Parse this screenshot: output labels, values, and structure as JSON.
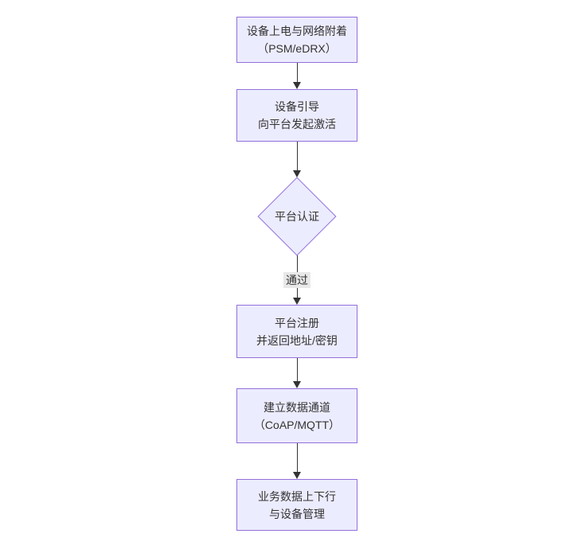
{
  "diagram": {
    "type": "flowchart",
    "direction": "top-down",
    "colors": {
      "background": "#ffffff",
      "node_fill": "#ECECFF",
      "node_border": "#9370DB",
      "line_color": "#333333",
      "text_color": "#333333",
      "label_bg": "#e8e8e8"
    },
    "nodes": [
      {
        "id": "power-network-attach",
        "shape": "rect",
        "text": "设备上电与网络附着\n（PSM/eDRX）"
      },
      {
        "id": "bootstrap-activate",
        "shape": "rect",
        "text": "设备引导\n向平台发起激活"
      },
      {
        "id": "platform-auth",
        "shape": "diamond",
        "text": "平台认证"
      },
      {
        "id": "platform-register",
        "shape": "rect",
        "text": "平台注册\n并返回地址/密钥"
      },
      {
        "id": "data-channel",
        "shape": "rect",
        "text": "建立数据通道\n（CoAP/MQTT）"
      },
      {
        "id": "business-data",
        "shape": "rect",
        "text": "业务数据上下行\n与设备管理"
      }
    ],
    "edges": [
      {
        "from": "power-network-attach",
        "to": "bootstrap-activate",
        "label": ""
      },
      {
        "from": "bootstrap-activate",
        "to": "platform-auth",
        "label": ""
      },
      {
        "from": "platform-auth",
        "to": "platform-register",
        "label": "通过"
      },
      {
        "from": "platform-register",
        "to": "data-channel",
        "label": ""
      },
      {
        "from": "data-channel",
        "to": "business-data",
        "label": ""
      }
    ]
  }
}
